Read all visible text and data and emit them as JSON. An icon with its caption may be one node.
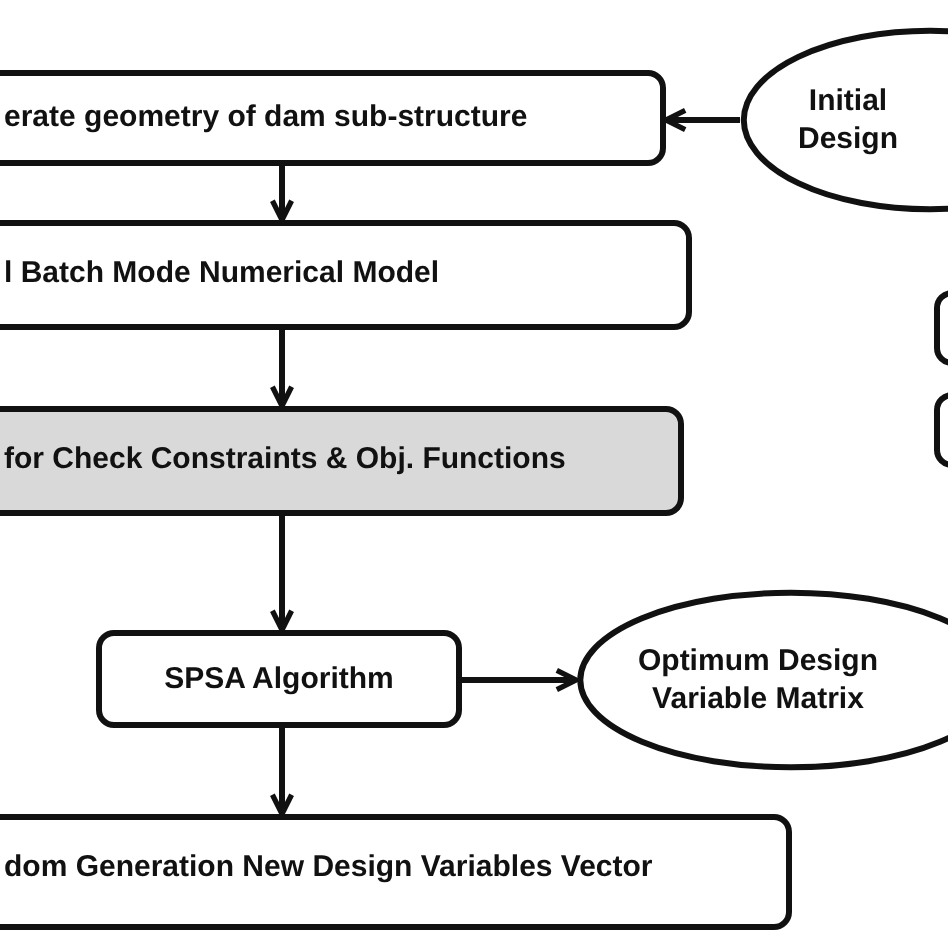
{
  "diagram": {
    "nodes": [
      {
        "text": [
          "erate geometry of dam sub-structure"
        ]
      },
      {
        "text": [
          "Initial Design"
        ]
      },
      {
        "text": [
          "l Batch Mode Numerical Model"
        ]
      },
      {
        "text": [],
        "shape": "box"
      },
      {
        "text": [],
        "shape": "box"
      },
      {
        "text": [
          "for Check Constraints & Obj. Functions"
        ]
      },
      {
        "text": [
          "SPSA Algorithm"
        ]
      },
      {
        "text": [
          "Optimum Design Variable Matrix"
        ]
      },
      {
        "text": [
          "dom Generation New Design Variables Vector"
        ]
      }
    ],
    "edges": [
      {
        "from": 1,
        "to": 0,
        "arrow": "to"
      },
      {
        "from": 0,
        "to": 2,
        "arrow": "to"
      },
      {
        "from": 2,
        "to": 5,
        "arrow": "to"
      },
      {
        "from": 5,
        "to": 6,
        "arrow": "to"
      },
      {
        "from": 6,
        "to": 7,
        "arrow": "to"
      },
      {
        "from": 6,
        "to": 8,
        "arrow": "to"
      }
    ]
  }
}
